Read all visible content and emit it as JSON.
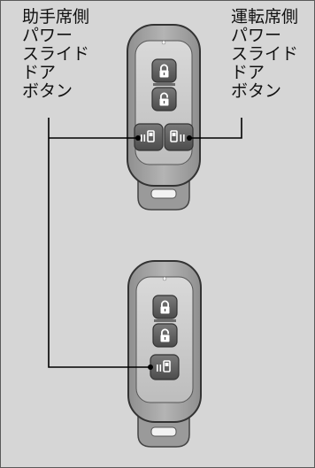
{
  "labels": {
    "passenger_side": {
      "lines": [
        "助手席側",
        "パワー",
        "スライド",
        "ドア",
        "ボタン"
      ]
    },
    "driver_side": {
      "lines": [
        "運転席側",
        "パワー",
        "スライド",
        "ドア",
        "ボタン"
      ]
    }
  },
  "remotes": [
    {
      "name": "remote with two power sliding door buttons",
      "buttons": [
        "lock-icon",
        "unlock-icon",
        "left-sliding-door-icon",
        "right-sliding-door-icon"
      ]
    },
    {
      "name": "remote with one power sliding door button",
      "buttons": [
        "lock-icon",
        "unlock-icon",
        "left-sliding-door-icon"
      ]
    }
  ],
  "colors": {
    "background": "#d6d6d6",
    "remote_body": "#a9a9a9",
    "button_face": "#5f5f5f",
    "icon": "#ffffff",
    "leader_line": "#000000"
  }
}
